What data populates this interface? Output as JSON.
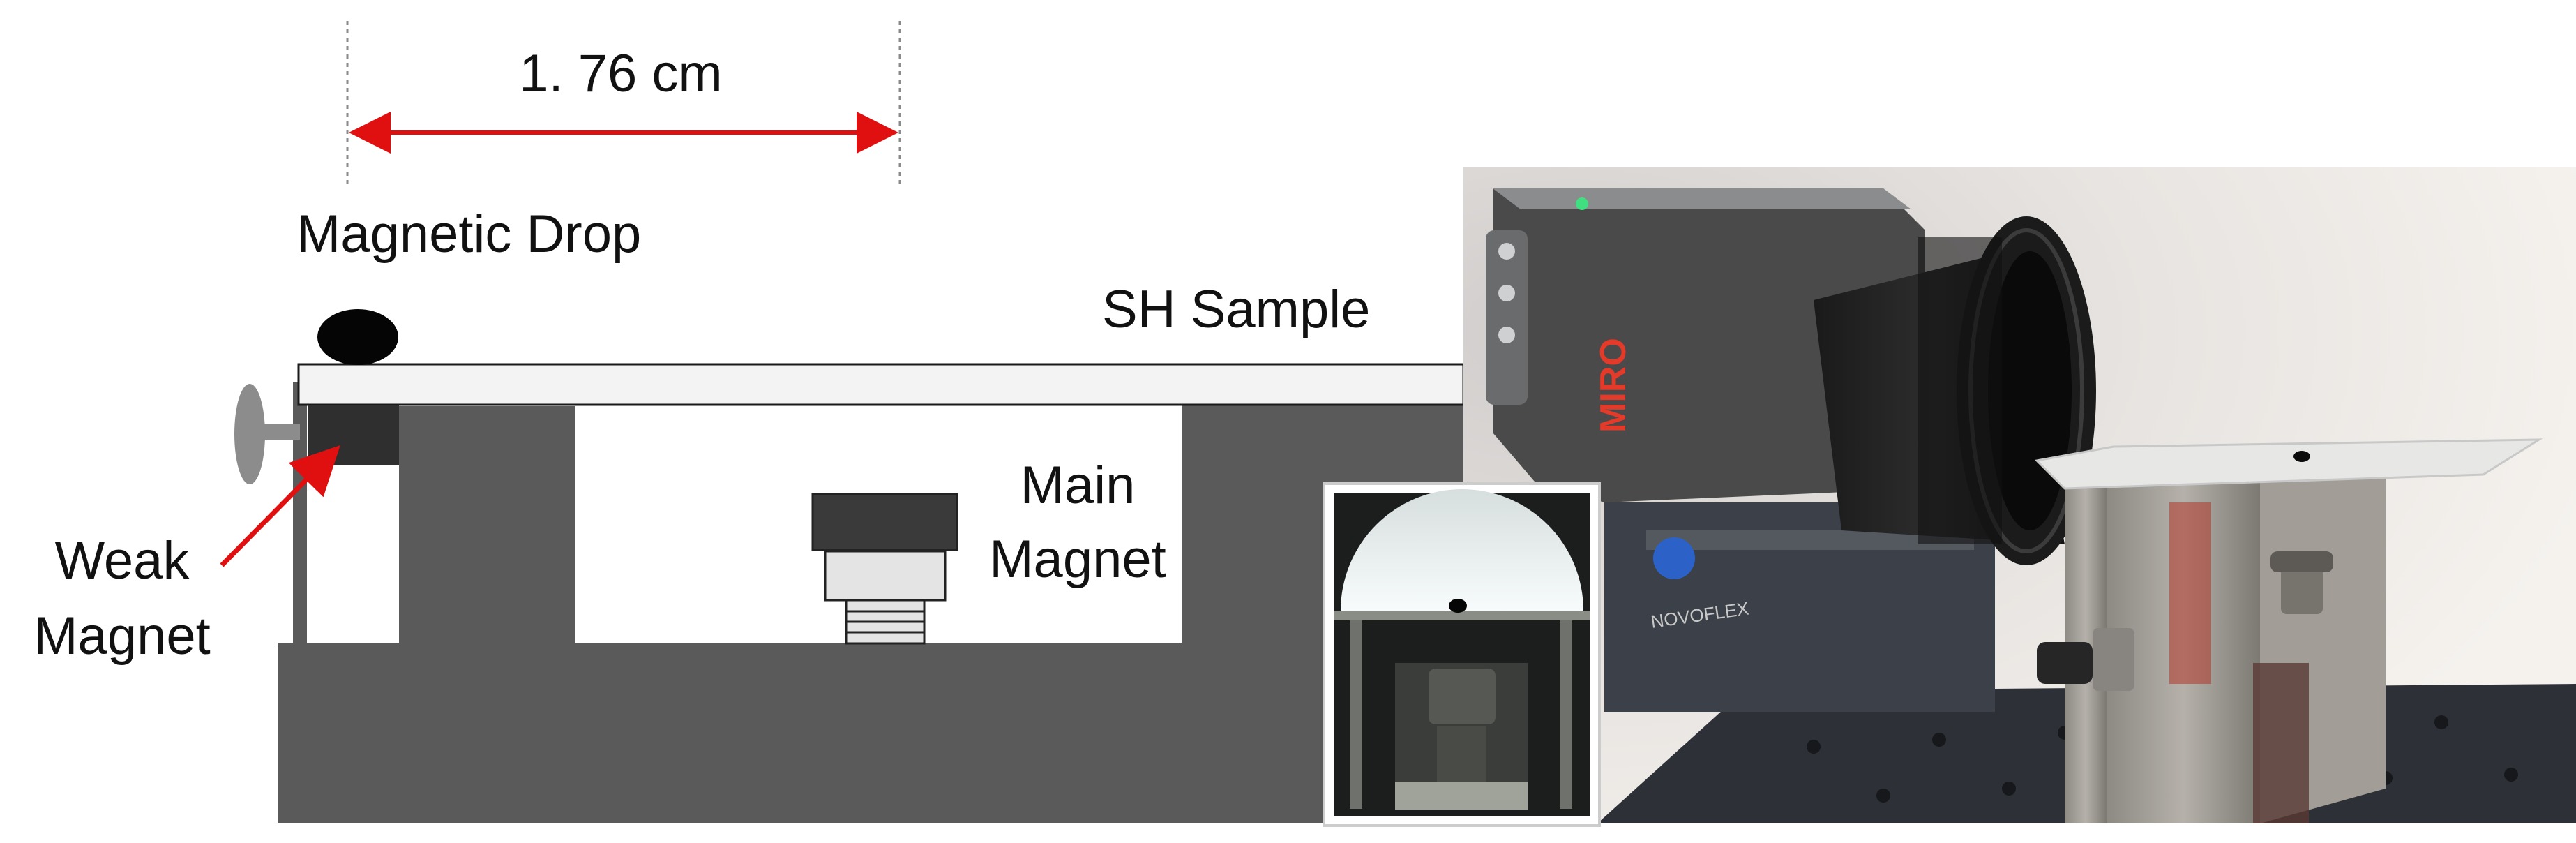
{
  "labels": {
    "dimension": "1. 76 cm",
    "magnetic_drop": "Magnetic Drop",
    "sh_sample": "SH Sample",
    "main_magnet_line1": "Main",
    "main_magnet_line2": "Magnet",
    "weak_magnet_line1": "Weak",
    "weak_magnet_line2": "Magnet"
  },
  "camera": {
    "brand": "MIRO",
    "mount_brand": "NOVOFLEX"
  },
  "colors": {
    "base_gray": "#5a5a5a",
    "magnet_dark": "#3a3a3a",
    "magnet_light": "#e4e4e4",
    "sample": "#f3f3f3",
    "arrow_red": "#e01010"
  }
}
